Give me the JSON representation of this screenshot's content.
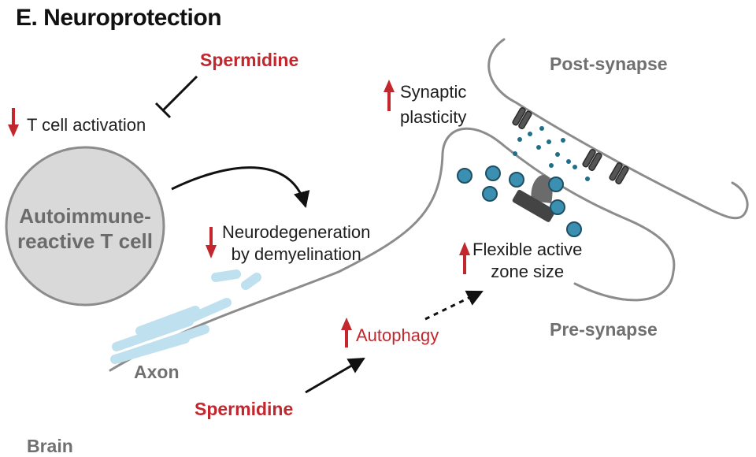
{
  "panel": {
    "title": "E.  Neuroprotection",
    "region_label": "Brain"
  },
  "labels": {
    "spermidine_top": "Spermidine",
    "t_cell_activation": "T cell activation",
    "autoimmune_cell_line1": "Autoimmune-",
    "autoimmune_cell_line2": "reactive T cell",
    "neurodegeneration_line1": "Neurodegeneration",
    "neurodegeneration_line2": "by demyelination",
    "axon": "Axon",
    "spermidine_bottom": "Spermidine",
    "autophagy": "Autophagy",
    "synaptic_plasticity_line1": "Synaptic",
    "synaptic_plasticity_line2": "plasticity",
    "active_zone_line1": "Flexible active",
    "active_zone_line2": "zone size",
    "post_synapse": "Post-synapse",
    "pre_synapse": "Pre-synapse"
  },
  "colors": {
    "increase_arrow": "#c1272d",
    "decrease_arrow": "#c1272d",
    "vesicle": "#3b8fb0",
    "myelin": "#bfe0ee",
    "cell_fill": "#d9d9d9",
    "outline": "#8c8c8c"
  },
  "icons": {
    "up_arrow": "red-up-arrow-icon",
    "down_arrow": "red-down-arrow-icon",
    "inhibition": "inhibition-tbar-icon",
    "receptor": "receptor-channel-icon",
    "vesicle": "synaptic-vesicle-icon"
  }
}
